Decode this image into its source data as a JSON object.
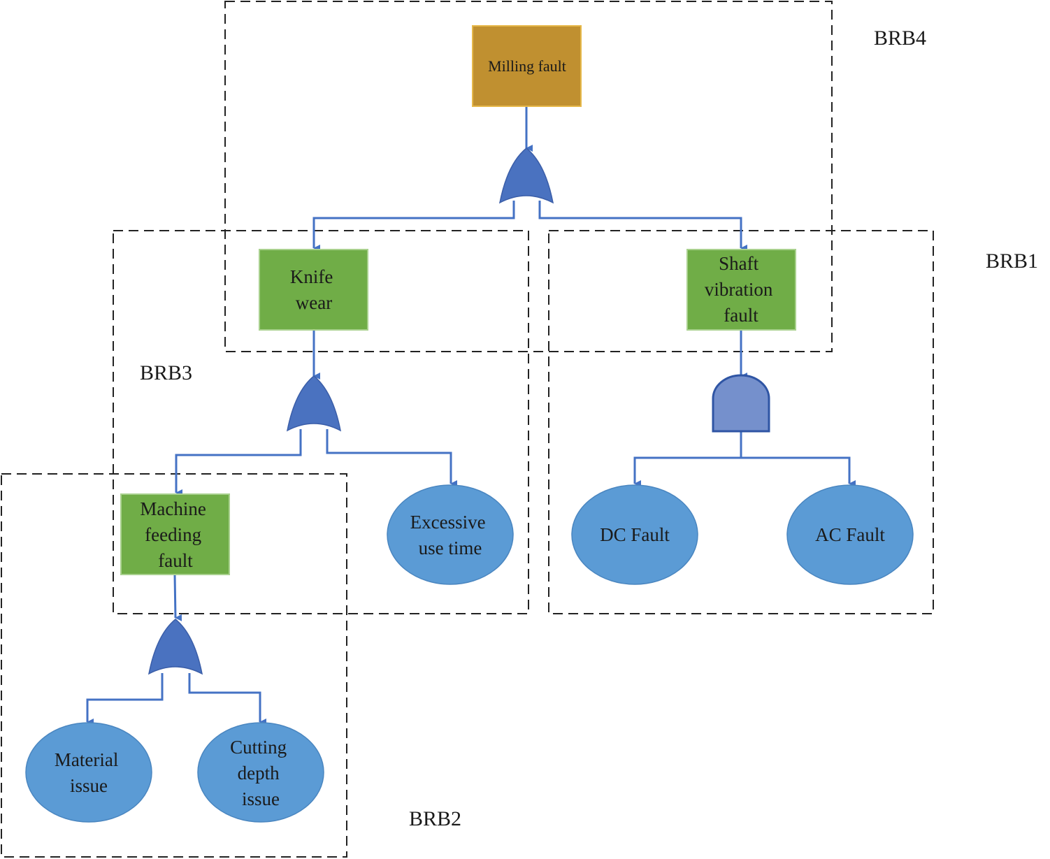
{
  "groups": {
    "brb1": "BRB1",
    "brb2": "BRB2",
    "brb3": "BRB3",
    "brb4": "BRB4"
  },
  "nodes": {
    "top": [
      "Milling fault"
    ],
    "knife_wear": [
      "Knife",
      "wear"
    ],
    "shaft_vibration": [
      "Shaft",
      "vibration",
      "fault"
    ],
    "machine_feeding": [
      "Machine",
      "feeding",
      "fault"
    ],
    "excessive_use": [
      "Excessive",
      "use time"
    ],
    "dc_fault": [
      "DC Fault"
    ],
    "ac_fault": [
      "AC Fault"
    ],
    "material_issue": [
      "Material",
      "issue"
    ],
    "cutting_depth": [
      "Cutting",
      "depth",
      "issue"
    ]
  },
  "gates": {
    "top_gate": "or-gate",
    "knife_gate": "or-gate",
    "shaft_gate": "and-gate",
    "feeding_gate": "or-gate"
  },
  "colors": {
    "top_event": "#c09030",
    "intermediate_event": "#70ad47",
    "basic_event": "#5b9bd5",
    "or_gate": "#4a72c0",
    "and_gate": "#7590cc",
    "connector": "#4472c4"
  }
}
